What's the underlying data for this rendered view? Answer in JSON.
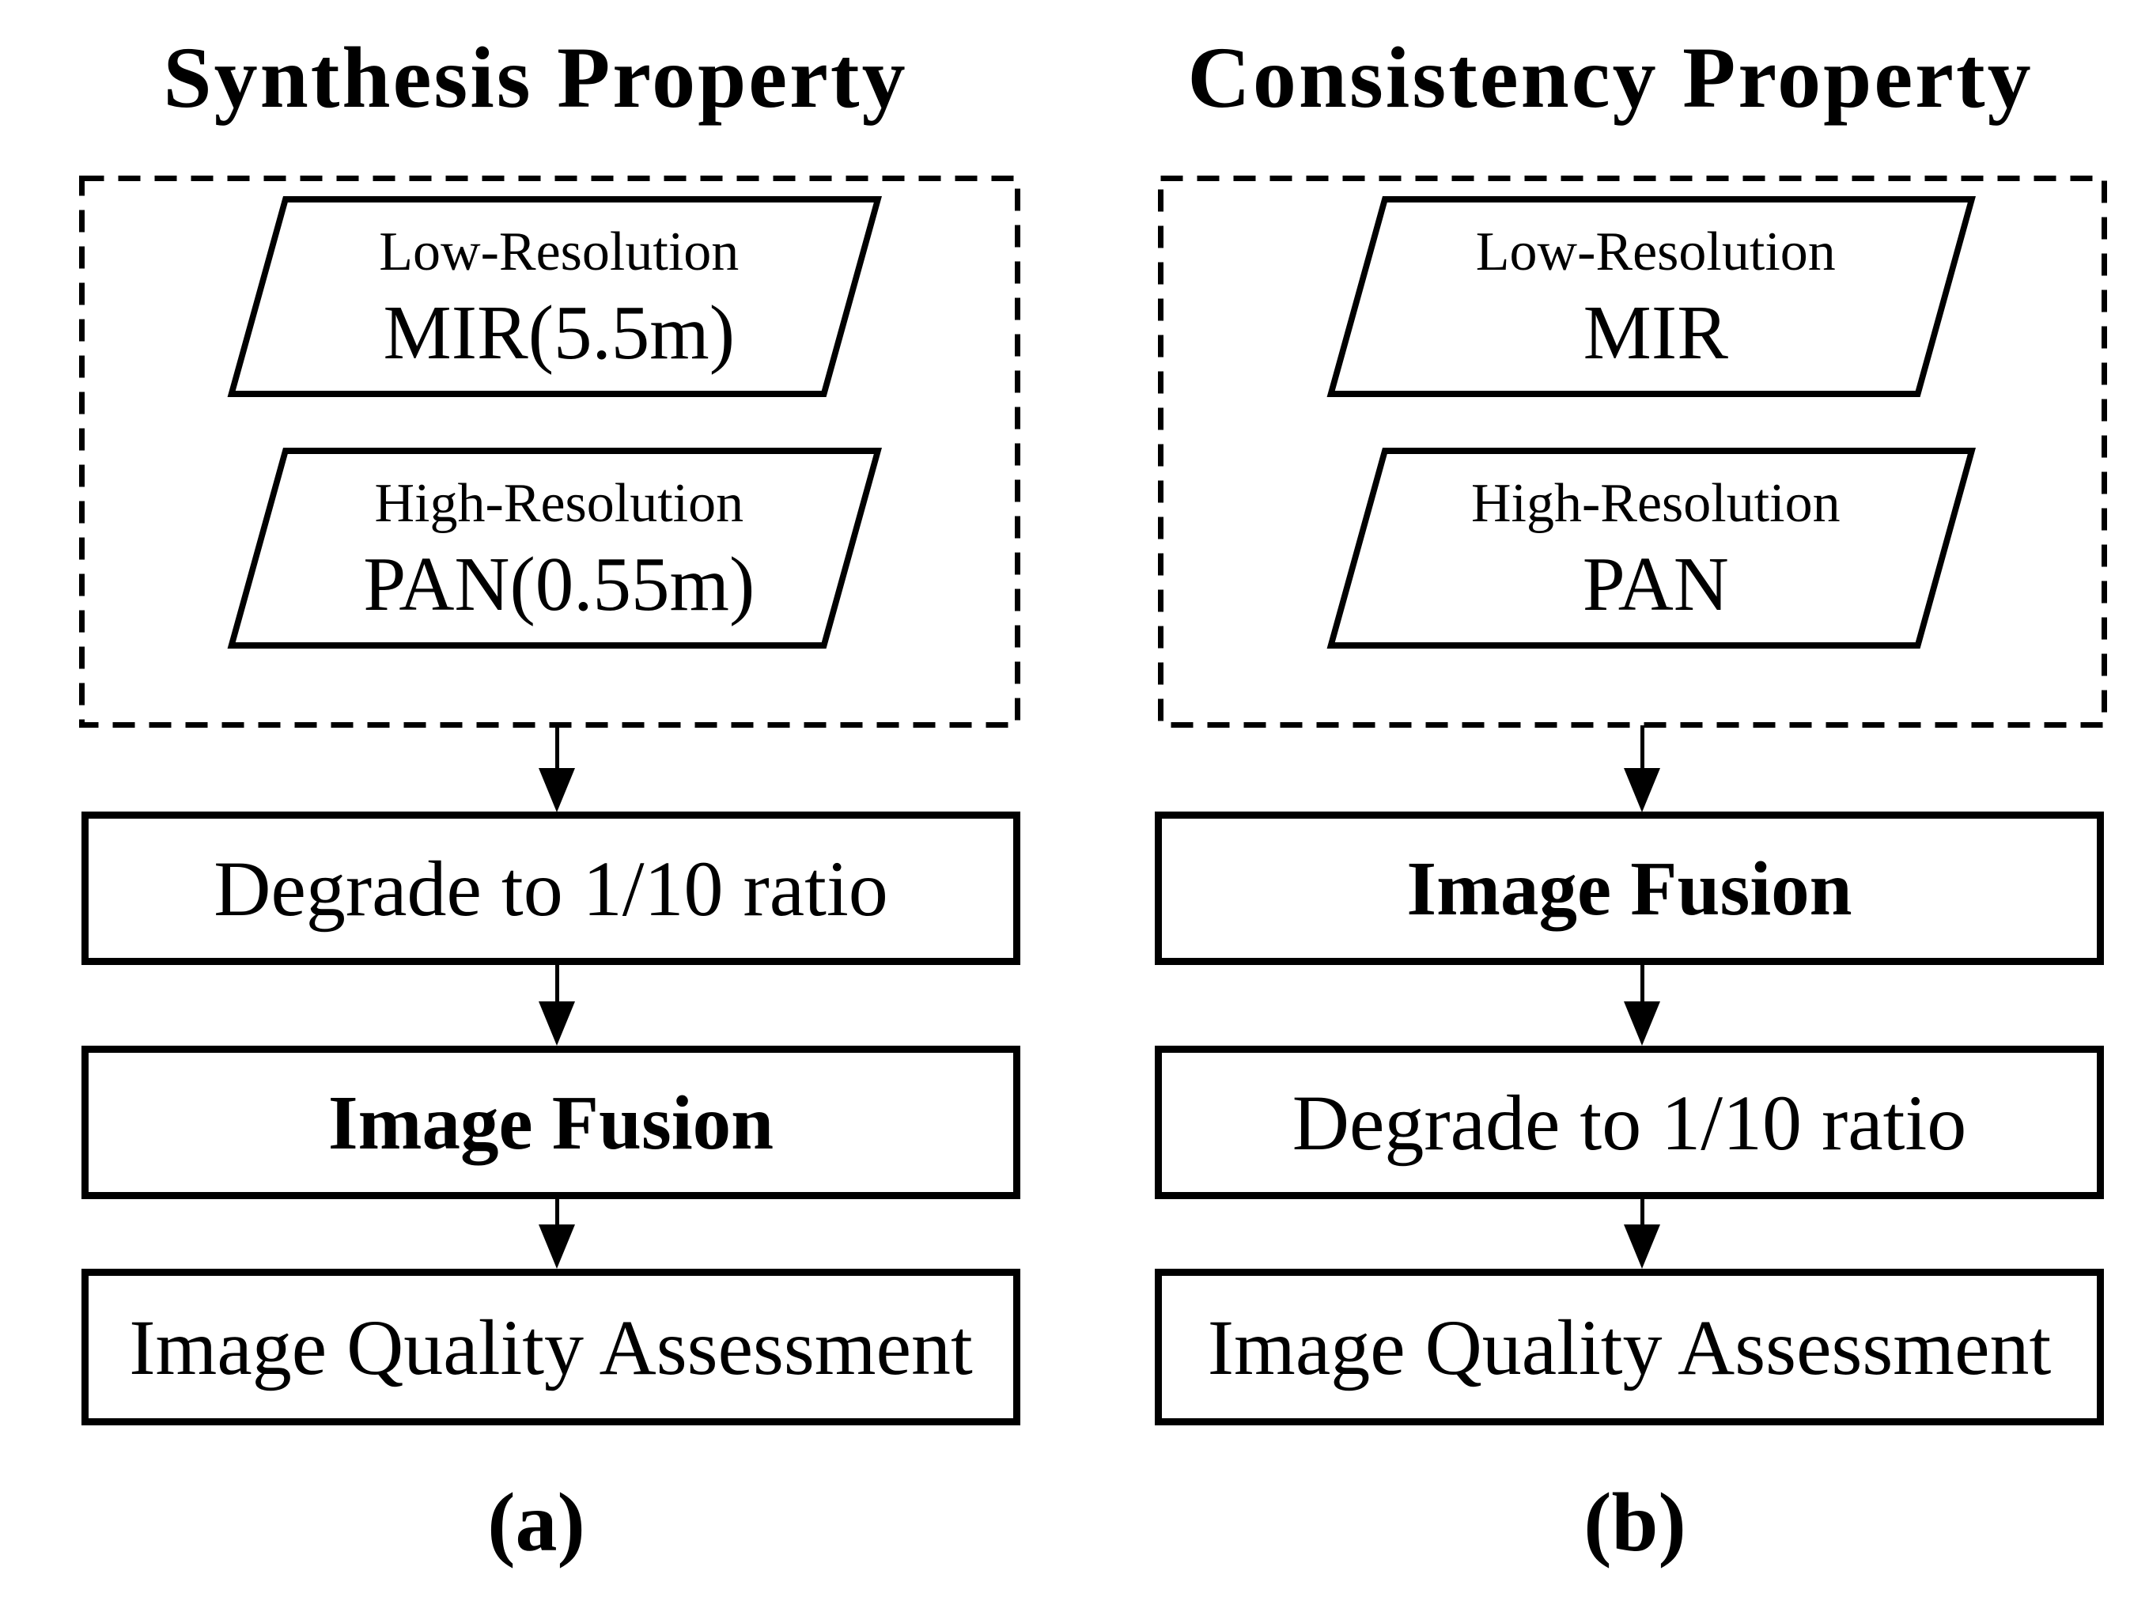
{
  "figure": {
    "background": "#ffffff",
    "ink": "#000000",
    "panels": [
      {
        "title": "Synthesis Property",
        "caption": "(a)",
        "inputs": [
          {
            "resolution": "Low-Resolution",
            "band": "MIR(5.5m)"
          },
          {
            "resolution": "High-Resolution",
            "band": "PAN(0.55m)"
          }
        ],
        "steps": [
          {
            "label": "Degrade to 1/10 ratio"
          },
          {
            "label": "Image Fusion"
          },
          {
            "label": "Image Quality Assessment"
          }
        ]
      },
      {
        "title": "Consistency Property",
        "caption": "(b)",
        "inputs": [
          {
            "resolution": "Low-Resolution",
            "band": "MIR"
          },
          {
            "resolution": "High-Resolution",
            "band": "PAN"
          }
        ],
        "steps": [
          {
            "label": "Image Fusion"
          },
          {
            "label": "Degrade to 1/10 ratio"
          },
          {
            "label": "Image Quality Assessment"
          }
        ]
      }
    ]
  }
}
